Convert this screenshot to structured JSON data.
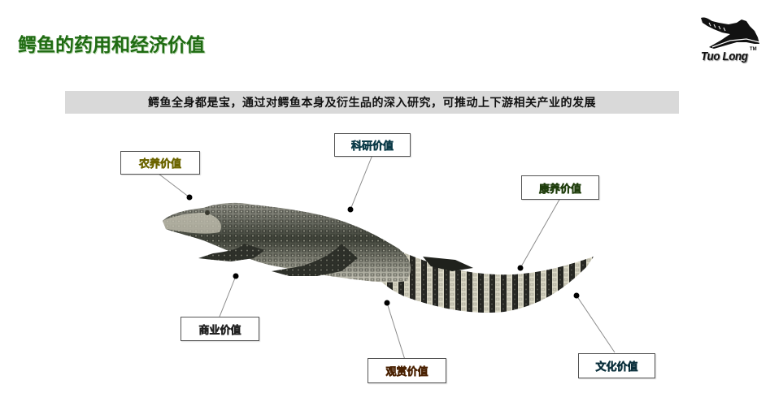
{
  "header": {
    "title": "鳄鱼的药用和经济价值",
    "title_color": "#1f6b12"
  },
  "logo": {
    "brand": "Tuo Long",
    "trademark": "TM",
    "icon": "crocodile-head-logo-icon"
  },
  "banner": {
    "text": "鳄鱼全身都是宝，通过对鳄鱼本身及衍生品的深入研究，可推动上下游相关产业的发展",
    "background": "#d9d9d9"
  },
  "diagram": {
    "center_image": "crocodile-photo",
    "labels": [
      {
        "id": "farming",
        "text": "农养价值",
        "color": "#f2e600",
        "outline": "#6b6400"
      },
      {
        "id": "research",
        "text": "科研价值",
        "color": "#1e7d9a",
        "outline": "#0b3a47"
      },
      {
        "id": "health",
        "text": "康养价值",
        "color": "#5aa02c",
        "outline": "#1f3d0c"
      },
      {
        "id": "commercial",
        "text": "商业价值",
        "color": "#7f7f7f",
        "outline": "#222222"
      },
      {
        "id": "ornamental",
        "text": "观赏价值",
        "color": "#e46c0a",
        "outline": "#4a2203"
      },
      {
        "id": "cultural",
        "text": "文化价值",
        "color": "#2e8fb0",
        "outline": "#0a2f3b"
      }
    ]
  }
}
